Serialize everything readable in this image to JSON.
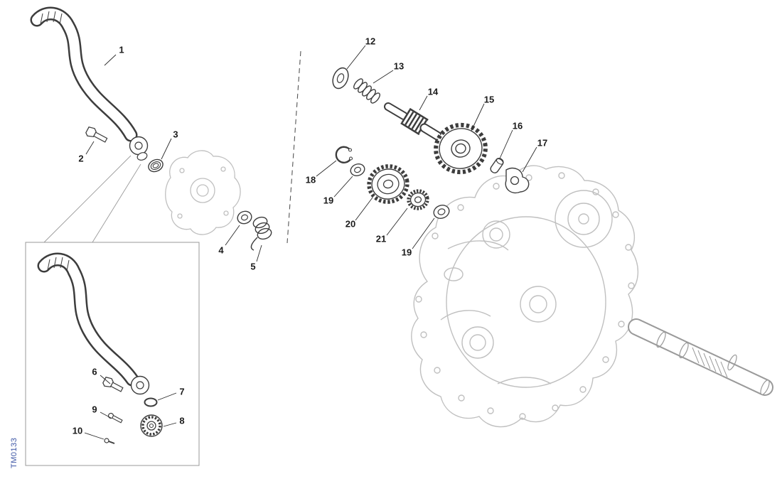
{
  "diagram": {
    "code": "TM0133"
  },
  "callouts": {
    "c1": "1",
    "c2": "2",
    "c3": "3",
    "c4": "4",
    "c5": "5",
    "c6": "6",
    "c7": "7",
    "c8": "8",
    "c9": "9",
    "c10": "10",
    "c12": "12",
    "c13": "13",
    "c14": "14",
    "c15": "15",
    "c16": "16",
    "c17": "17",
    "c18": "18",
    "c19a": "19",
    "c19b": "19",
    "c20": "20",
    "c21": "21"
  }
}
